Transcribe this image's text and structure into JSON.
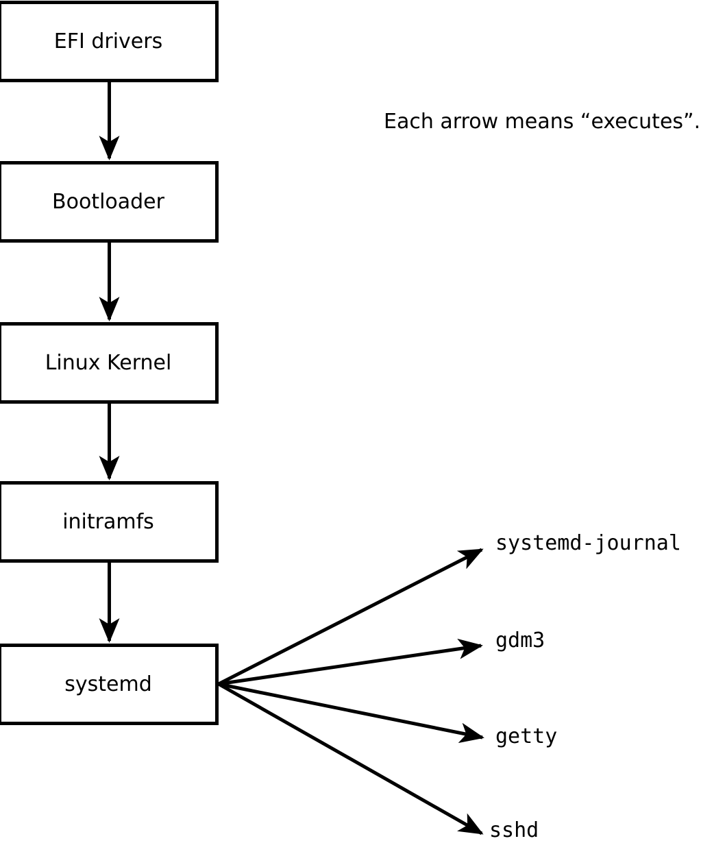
{
  "diagram": {
    "annotation": "Each arrow means “executes”.",
    "chain": [
      {
        "label": "EFI drivers"
      },
      {
        "label": "Bootloader"
      },
      {
        "label": "Linux Kernel"
      },
      {
        "label": "initramfs"
      },
      {
        "label": "systemd"
      }
    ],
    "targets": [
      {
        "label": "systemd-journal"
      },
      {
        "label": "gdm3"
      },
      {
        "label": "getty"
      },
      {
        "label": "sshd"
      }
    ],
    "colors": {
      "background": "#ffffff",
      "box_fill": "#ffffff",
      "box_border": "#000000",
      "arrow": "#000000",
      "text": "#000000"
    }
  }
}
